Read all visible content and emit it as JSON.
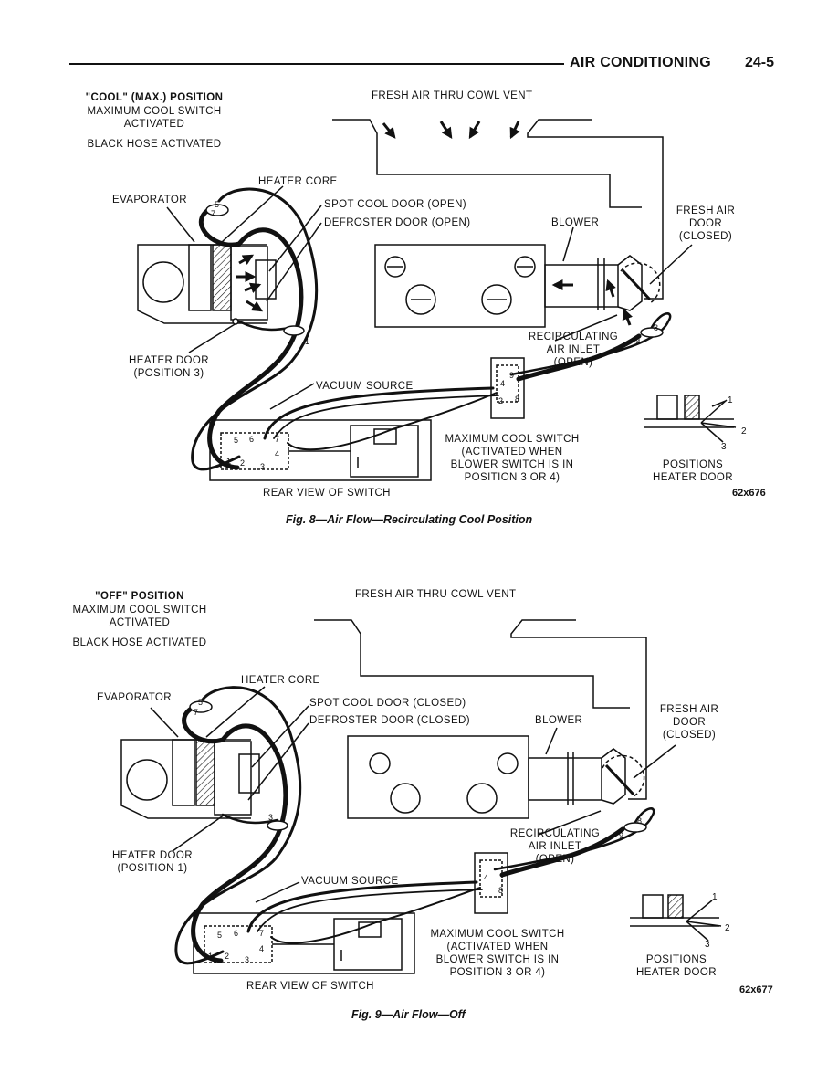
{
  "header": {
    "section": "AIR CONDITIONING",
    "page": "24-5"
  },
  "fig8": {
    "mode_title": "\"COOL\" (MAX.) POSITION",
    "mode_line2": "MAXIMUM COOL SWITCH",
    "mode_line3": "ACTIVATED",
    "hose": "BLACK HOSE ACTIVATED",
    "fresh_air_vent": "FRESH AIR THRU COWL VENT",
    "heater_core": "HEATER CORE",
    "evaporator": "EVAPORATOR",
    "spot_cool": "SPOT COOL DOOR (OPEN)",
    "defroster": "DEFROSTER DOOR (OPEN)",
    "blower": "BLOWER",
    "fresh_air_door": [
      "FRESH AIR",
      "DOOR",
      "(CLOSED)"
    ],
    "heater_door": [
      "HEATER DOOR",
      "(POSITION 3)"
    ],
    "recirc": [
      "RECIRCULATING",
      "AIR INLET",
      "(OPEN)"
    ],
    "vacuum": "VACUUM SOURCE",
    "max_switch": [
      "MAXIMUM COOL SWITCH",
      "(ACTIVATED WHEN",
      "BLOWER SWITCH IS IN",
      "POSITION 3 OR 4)"
    ],
    "positions": [
      "POSITIONS",
      "HEATER DOOR"
    ],
    "rear_view": "REAR VIEW OF SWITCH",
    "code": "62x676",
    "caption": "Fig. 8—Air Flow—Recirculating Cool Position"
  },
  "fig9": {
    "mode_title": "\"OFF\" POSITION",
    "mode_line2": "MAXIMUM COOL SWITCH",
    "mode_line3": "ACTIVATED",
    "hose": "BLACK HOSE ACTIVATED",
    "fresh_air_vent": "FRESH AIR THRU COWL VENT",
    "heater_core": "HEATER CORE",
    "evaporator": "EVAPORATOR",
    "spot_cool": "SPOT COOL DOOR (CLOSED)",
    "defroster": "DEFROSTER DOOR (CLOSED)",
    "blower": "BLOWER",
    "fresh_air_door": [
      "FRESH AIR",
      "DOOR",
      "(CLOSED)"
    ],
    "heater_door": [
      "HEATER DOOR",
      "(POSITION 1)"
    ],
    "recirc": [
      "RECIRCULATING",
      "AIR INLET",
      "(OPEN)"
    ],
    "vacuum": "VACUUM SOURCE",
    "max_switch": [
      "MAXIMUM COOL SWITCH",
      "(ACTIVATED WHEN",
      "BLOWER SWITCH IS IN",
      "POSITION 3 OR 4)"
    ],
    "positions": [
      "POSITIONS",
      "HEATER DOOR"
    ],
    "rear_view": "REAR VIEW OF SWITCH",
    "code": "62x677",
    "caption": "Fig. 9—Air Flow—Off"
  },
  "numbers": {
    "n1": "1",
    "n2": "2",
    "n3": "3",
    "n4": "4",
    "n5": "5",
    "n6": "6",
    "n7": "7",
    "n8": "8",
    "n9": "9"
  }
}
